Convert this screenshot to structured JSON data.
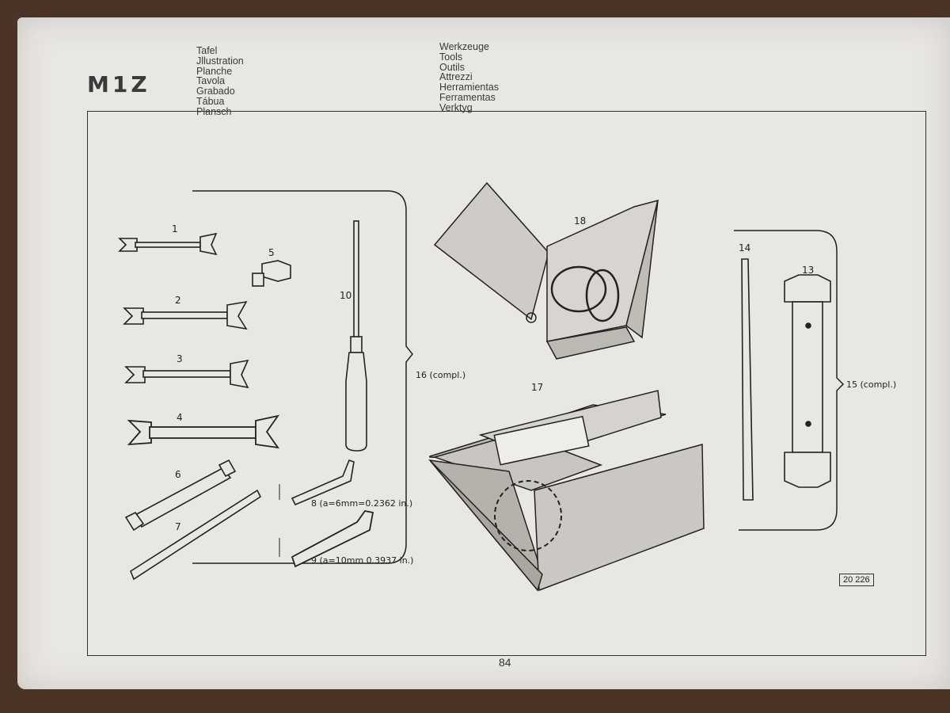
{
  "header": {
    "model": "M1Z",
    "plate_words": [
      "Tafel",
      "Jllustration",
      "Planche",
      "Tavola",
      "Grabado",
      "Tábua",
      "Plansch"
    ],
    "tools_words": [
      "Werkzeuge",
      "Tools",
      "Outils",
      "Attrezzi",
      "Herramientas",
      "Ferramentas",
      "Verktyg"
    ]
  },
  "parts": {
    "p1": "1",
    "p2": "2",
    "p3": "3",
    "p4": "4",
    "p5": "5",
    "p6": "6",
    "p7": "7",
    "p8": "8 (a=6mm=0.2362 in.)",
    "p9": "9 (a=10mm 0.3937 in.)",
    "p10": "10",
    "p13": "13",
    "p14": "14",
    "p15": "15 (compl.)",
    "p16": "16 (compl.)",
    "p17": "17",
    "p18": "18"
  },
  "ref_code": "20 226",
  "page_number": "84"
}
